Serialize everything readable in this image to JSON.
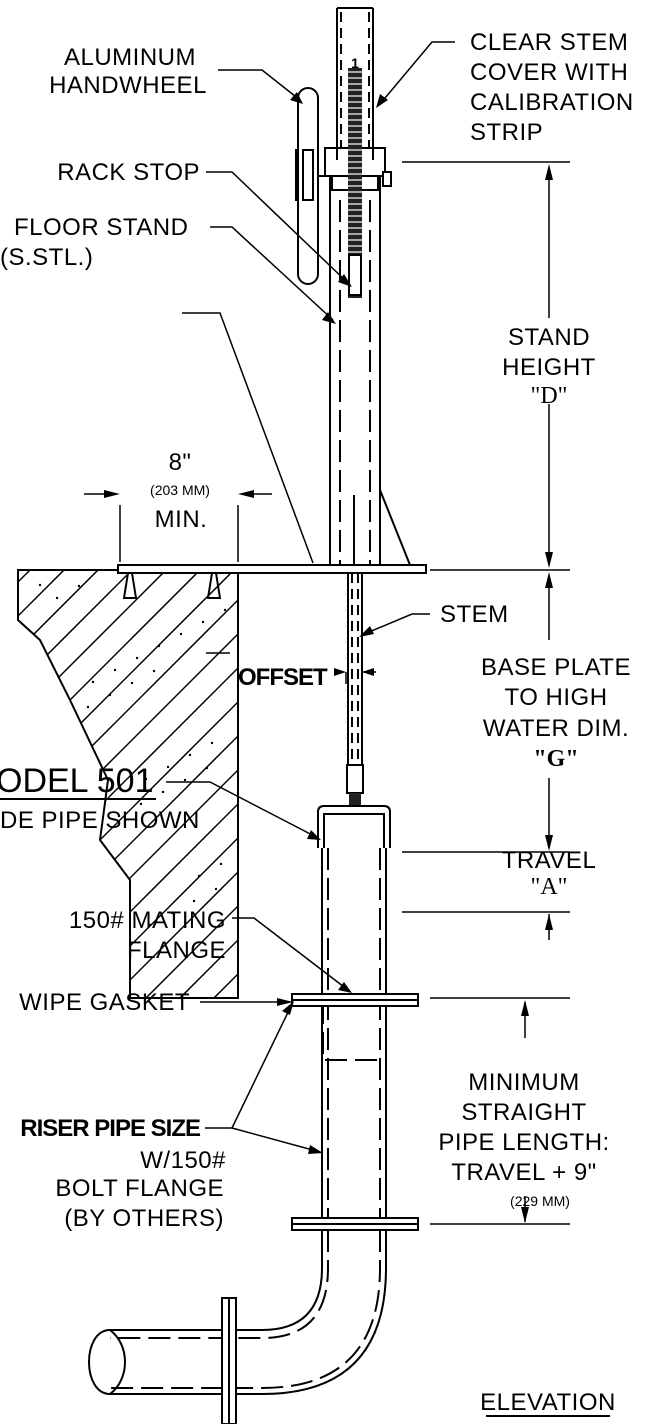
{
  "labels": {
    "aluminum_handwheel": [
      "ALUMINUM",
      "HANDWHEEL"
    ],
    "clear_stem_cover": [
      "CLEAR STEM",
      "COVER WITH",
      "CALIBRATION",
      "STRIP"
    ],
    "rack_stop": "RACK STOP",
    "floor_stand": [
      "FLOOR STAND",
      "(S.STL.)"
    ],
    "stand_height": [
      "STAND",
      "HEIGHT",
      "\"D\""
    ],
    "eight_inch": "8\"",
    "eight_inch_mm": "(203 MM)",
    "eight_inch_min": "MIN.",
    "stem": "STEM",
    "offset": "OFFSET",
    "base_plate": [
      "BASE PLATE",
      "TO HIGH",
      "WATER DIM.",
      "\"G\""
    ],
    "model": "ODEL 501",
    "model_sub": "DE PIPE SHOWN",
    "travel": [
      "TRAVEL",
      "\"A\""
    ],
    "mating_flange": [
      "150# MATING",
      "FLANGE"
    ],
    "wipe_gasket": "WIPE GASKET",
    "riser_pipe_size": "RISER PIPE SIZE",
    "riser_details": [
      "W/150#",
      "BOLT FLANGE",
      "(BY OTHERS)"
    ],
    "min_straight": [
      "MINIMUM",
      "STRAIGHT",
      "PIPE LENGTH:",
      "TRAVEL + 9\""
    ],
    "min_straight_mm": "(229 MM)",
    "elevation": "ELEVATION",
    "cover_marker": "1"
  }
}
